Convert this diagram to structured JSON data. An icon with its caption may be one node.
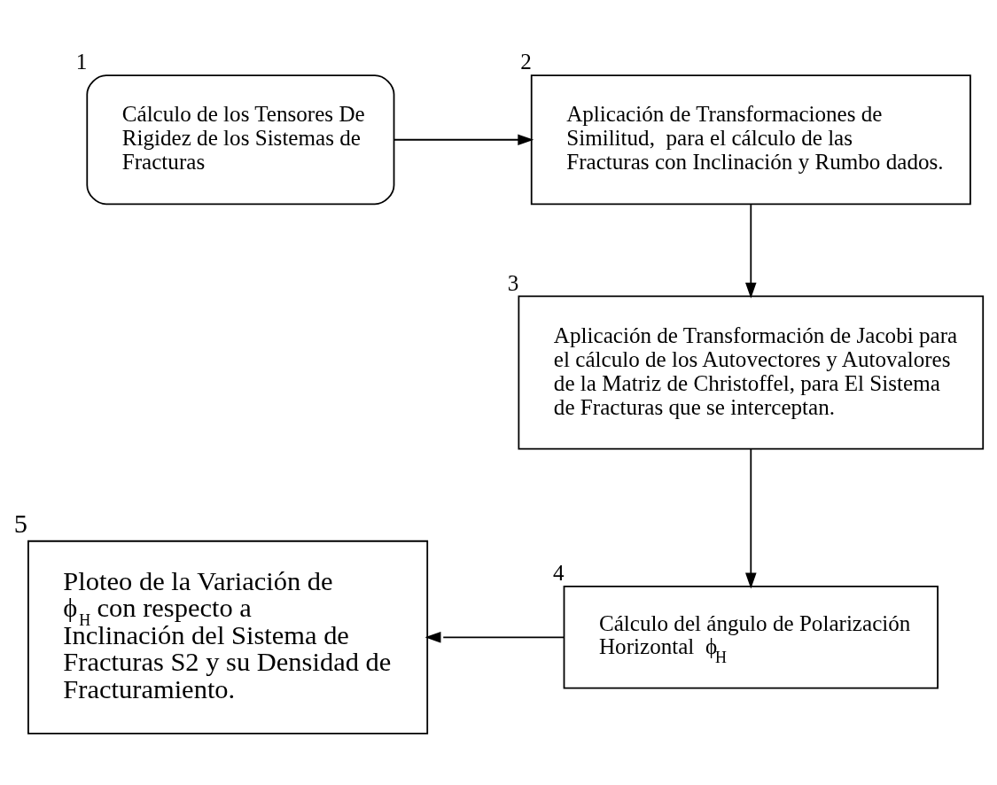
{
  "diagram": {
    "nodes": [
      {
        "text": [
          "Cálculo de los Tensores De Rigidez de los Sistemas de Fracturas"
        ],
        "beside": [
          "1"
        ]
      },
      {
        "text": [
          "Aplicación de Transformaciones de Similitud,  para el cálculo de las Fracturas con Inclinación y Rumbo dados."
        ],
        "beside": [
          "2"
        ]
      },
      {
        "text": [
          "Aplicación de Transformación de Jacobi para el cálculo de los Autovectores y Autovalores de la Matriz de Christoffel, para El Sistema de Fracturas que se interceptan."
        ],
        "beside": [
          "3"
        ]
      },
      {
        "text": [
          "Cálculo del ángulo de Polarización Horizontal  ϕ$_{H}$"
        ],
        "beside": [
          "4"
        ]
      },
      {
        "text": [
          "Ploteo de la Variación de ϕ$_{H}$ con respecto a Inclinación del Sistema de Fracturas S2 y su Densidad de Fracturamiento."
        ],
        "beside": [
          "5"
        ]
      }
    ],
    "edges": [
      {
        "from": 0,
        "to": 1,
        "arrow": "to"
      },
      {
        "from": 1,
        "to": 2,
        "arrow": "to"
      },
      {
        "from": 2,
        "to": 3,
        "arrow": "to"
      },
      {
        "from": 3,
        "to": 4,
        "arrow": "to"
      }
    ]
  }
}
